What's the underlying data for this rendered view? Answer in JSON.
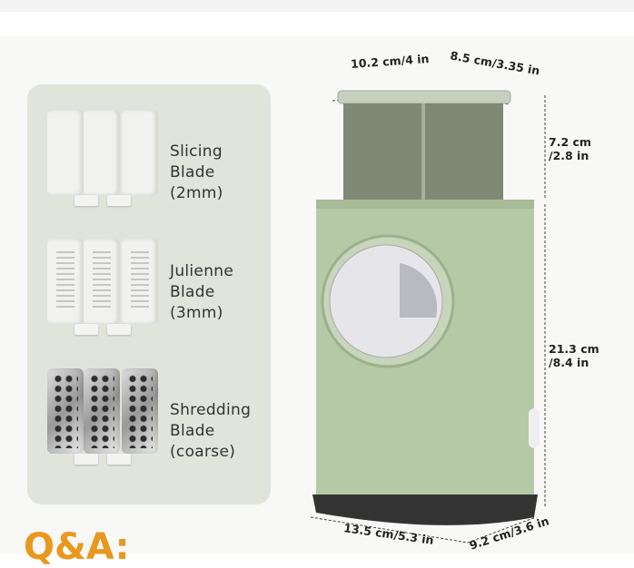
{
  "blades": [
    {
      "name": "Slicing",
      "line2": "Blade",
      "size": "(2mm)"
    },
    {
      "name": "Julienne",
      "line2": "Blade",
      "size": "(3mm)"
    },
    {
      "name": "Shredding",
      "line2": "Blade",
      "size": "(coarse)"
    }
  ],
  "dimensions": {
    "top_width": "10.2 cm/4 in",
    "top_depth": "8.5 cm/3.35 in",
    "hopper_height_cm": "7.2 cm",
    "hopper_height_in": "/2.8 in",
    "body_height_cm": "21.3 cm",
    "body_height_in": "/8.4 in",
    "base_width": "13.5 cm/5.3 in",
    "base_depth": "9.2 cm/3.6 in"
  },
  "section_heading": "Q&A:",
  "colors": {
    "product_green": "#b5c9a6",
    "heading_orange": "#e9981e",
    "panel": "#e1e4db"
  }
}
